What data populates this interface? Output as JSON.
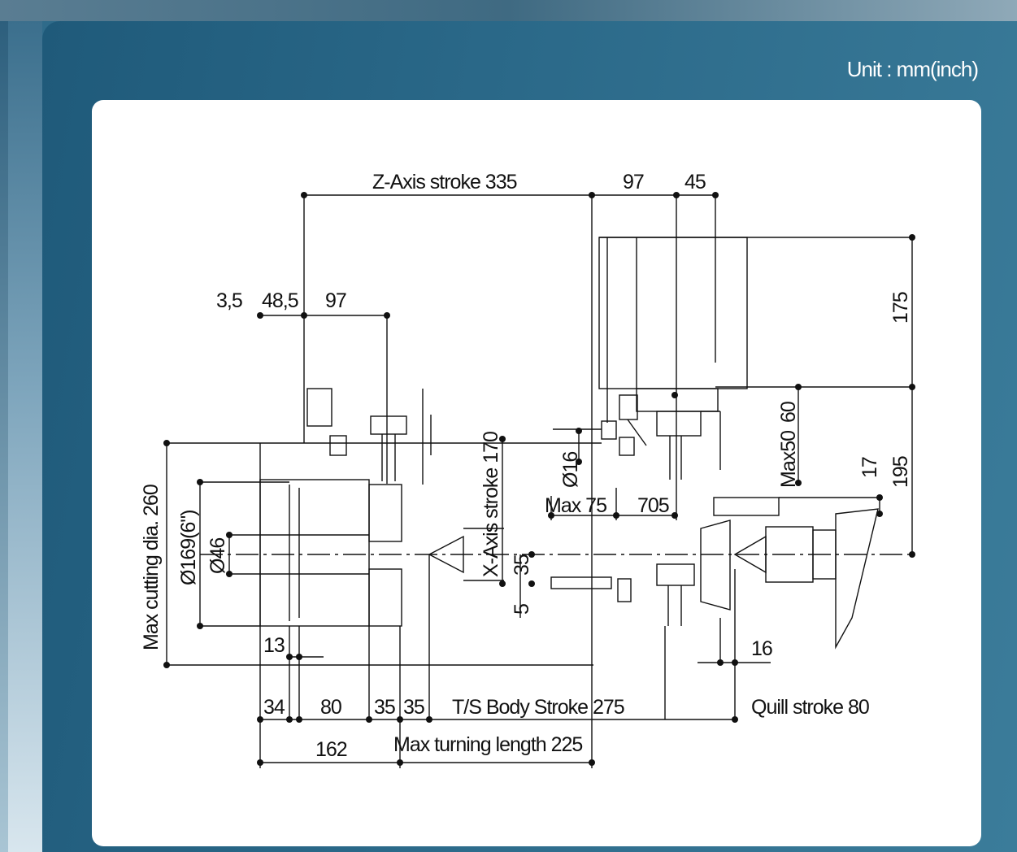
{
  "unit_label": "Unit : mm(inch)",
  "dimensions": {
    "z_axis_stroke": "Z-Axis stroke 335",
    "top_97": "97",
    "top_45": "45",
    "d_3_5": "3,5",
    "d_48_5": "48,5",
    "d_97": "97",
    "d_175": "175",
    "d_60": "60",
    "max50": "Max50",
    "d_195": "195",
    "d_17": "17",
    "x_axis_stroke": "X-Axis stroke 170",
    "dia16": "Ø16",
    "max75": "Max 75",
    "d_705": "705",
    "max_cutting_dia": "Max cutting dia. 260",
    "dia169": "Ø169(6\")",
    "dia46": "Ø46",
    "d_35v": "35",
    "d_5": "5",
    "d_13": "13",
    "d_16": "16",
    "d_34": "34",
    "d_80": "80",
    "d_35a": "35",
    "d_35b": "35",
    "ts_body_stroke": "T/S Body Stroke 275",
    "quill_stroke": "Quill stroke 80",
    "d_162": "162",
    "max_turning_length": "Max turning length 225"
  }
}
